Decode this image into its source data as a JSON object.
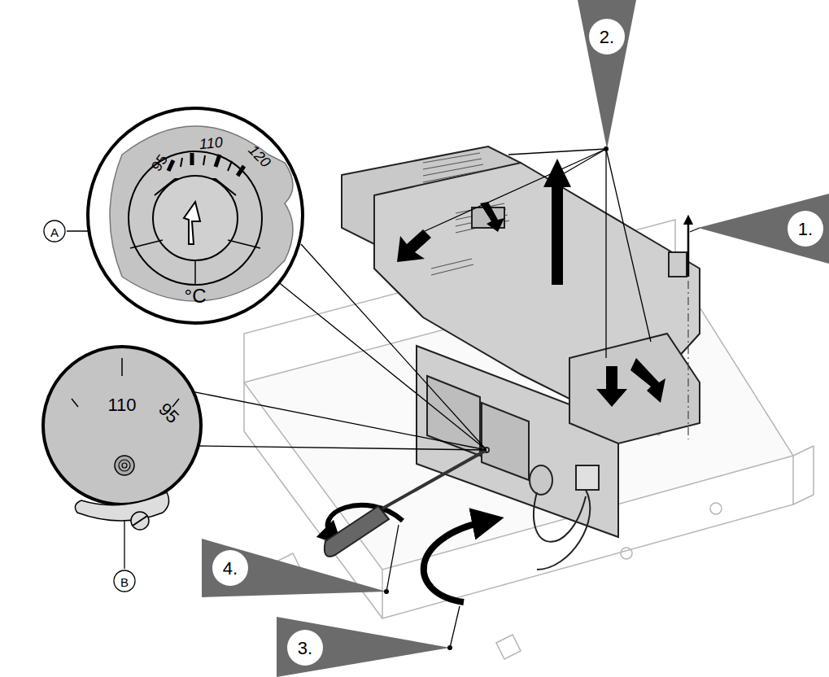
{
  "diagram": {
    "labels": [
      "2.",
      "1.",
      "4.",
      "3.",
      "A",
      "B",
      "95",
      "110",
      "120",
      "°C",
      "110",
      "95"
    ]
  }
}
